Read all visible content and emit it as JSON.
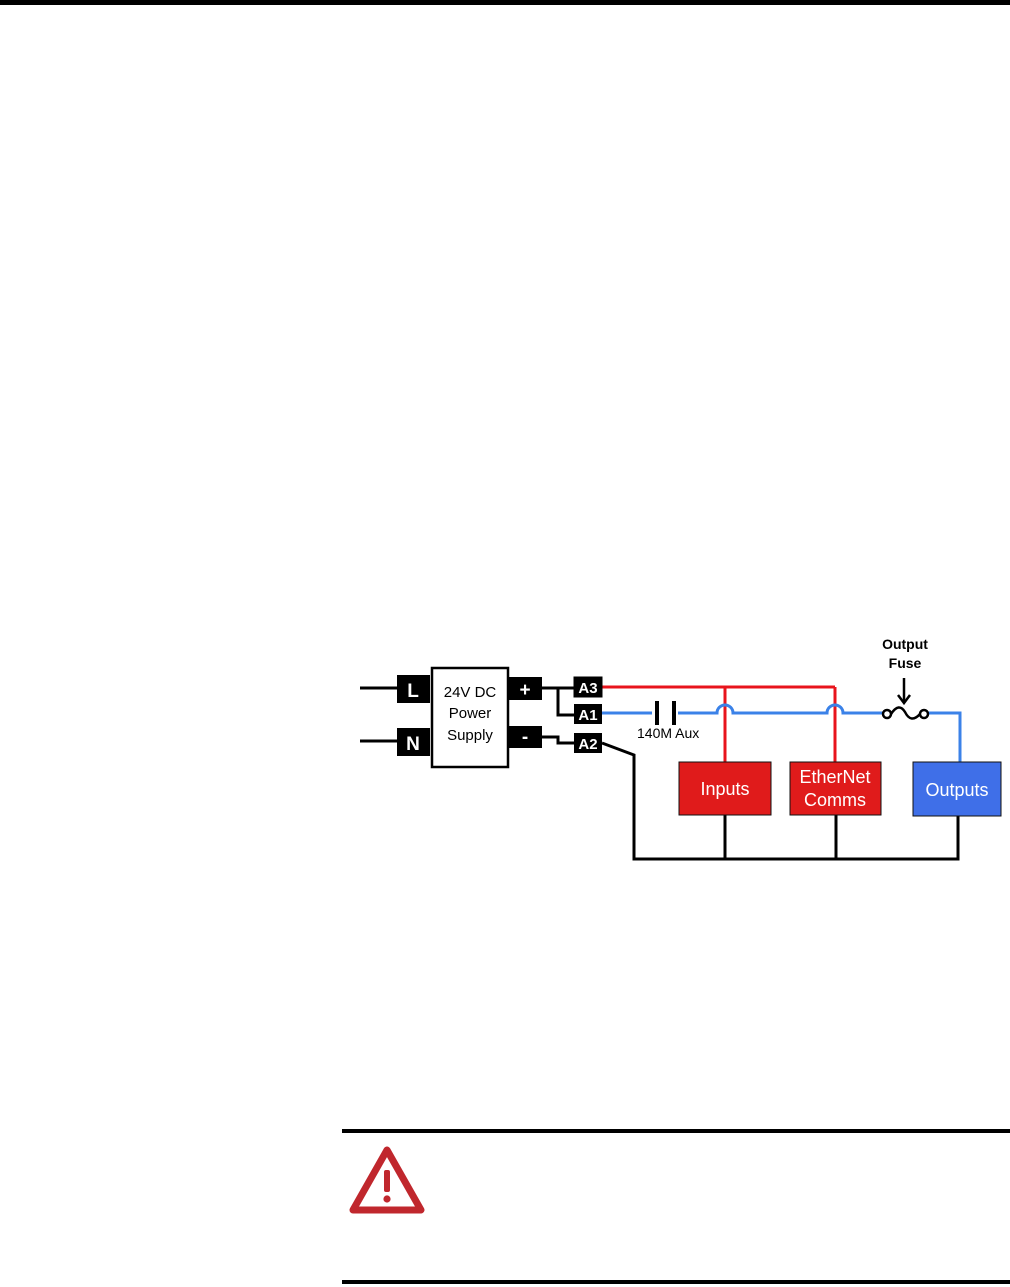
{
  "diagram": {
    "terminals": {
      "L": "L",
      "N": "N",
      "plus": "+",
      "minus": "-",
      "A3": "A3",
      "A1": "A1",
      "A2": "A2"
    },
    "power_supply": {
      "line1": "24V DC",
      "line2": "Power",
      "line3": "Supply"
    },
    "contact_label": "140M Aux",
    "fuse_label": {
      "line1": "Output",
      "line2": "Fuse"
    },
    "blocks": {
      "inputs": "Inputs",
      "ethernet_line1": "EtherNet",
      "ethernet_line2": "Comms",
      "outputs": "Outputs"
    },
    "colors": {
      "red_wire": "#e8141c",
      "blue_wire": "#3b82e8",
      "red_block": "#e01b1b",
      "blue_block": "#3f6fe8",
      "warning": "#c0272d"
    }
  }
}
